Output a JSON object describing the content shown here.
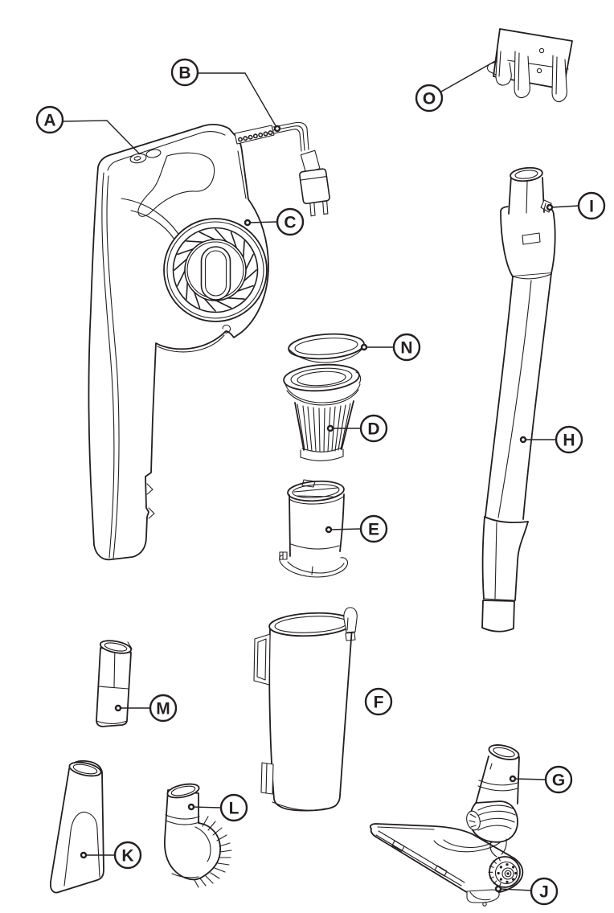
{
  "diagram": {
    "background_color": "#ffffff",
    "line_color": "#231f20",
    "callouts": [
      {
        "letter": "A"
      },
      {
        "letter": "B"
      },
      {
        "letter": "C"
      },
      {
        "letter": "D"
      },
      {
        "letter": "E"
      },
      {
        "letter": "F"
      },
      {
        "letter": "G"
      },
      {
        "letter": "H"
      },
      {
        "letter": "I"
      },
      {
        "letter": "J"
      },
      {
        "letter": "K"
      },
      {
        "letter": "L"
      },
      {
        "letter": "M"
      },
      {
        "letter": "N"
      },
      {
        "letter": "O"
      }
    ]
  }
}
